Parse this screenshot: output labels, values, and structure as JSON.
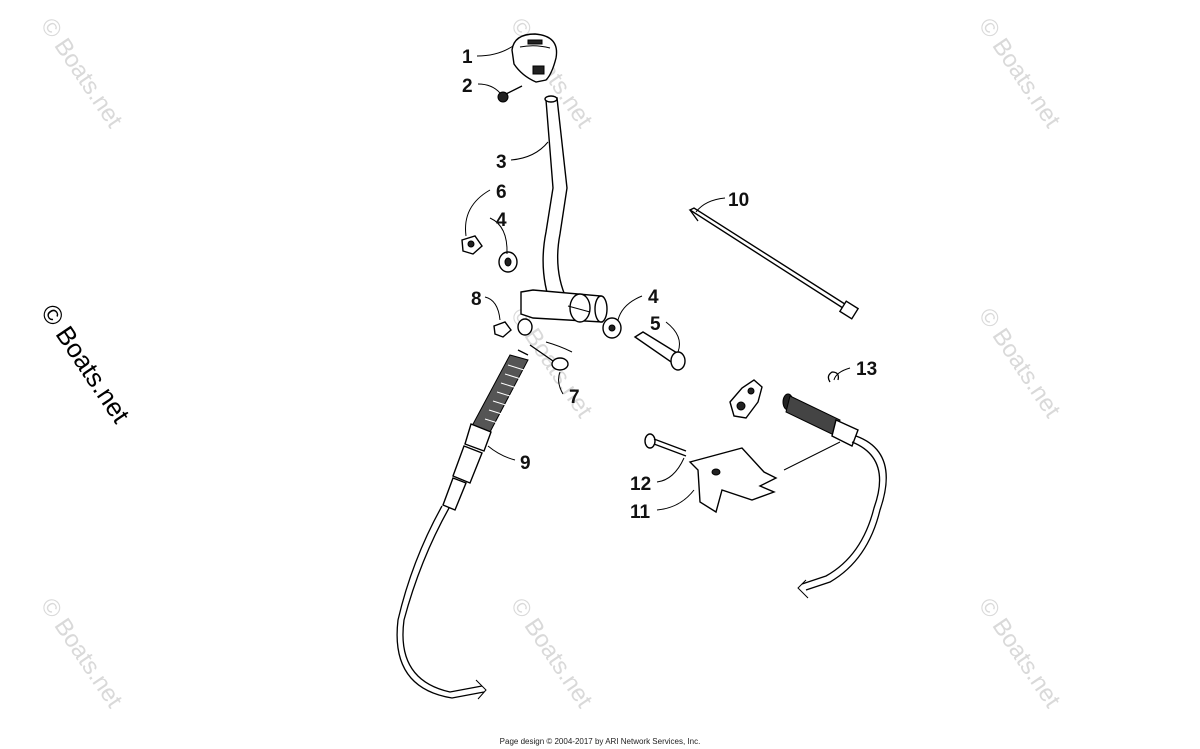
{
  "watermark": {
    "text": "© Boats.net",
    "color": "#d9d9d9",
    "primary_color": "#000000"
  },
  "callouts": [
    {
      "id": "1",
      "label": "1"
    },
    {
      "id": "2",
      "label": "2"
    },
    {
      "id": "3",
      "label": "3"
    },
    {
      "id": "6",
      "label": "6"
    },
    {
      "id": "4a",
      "label": "4"
    },
    {
      "id": "8",
      "label": "8"
    },
    {
      "id": "4b",
      "label": "4"
    },
    {
      "id": "5",
      "label": "5"
    },
    {
      "id": "7",
      "label": "7"
    },
    {
      "id": "9",
      "label": "9"
    },
    {
      "id": "10",
      "label": "10"
    },
    {
      "id": "13",
      "label": "13"
    },
    {
      "id": "12",
      "label": "12"
    },
    {
      "id": "11",
      "label": "11"
    }
  ],
  "footer": {
    "text": "Page design © 2004-2017 by ARI Network Services, Inc."
  }
}
